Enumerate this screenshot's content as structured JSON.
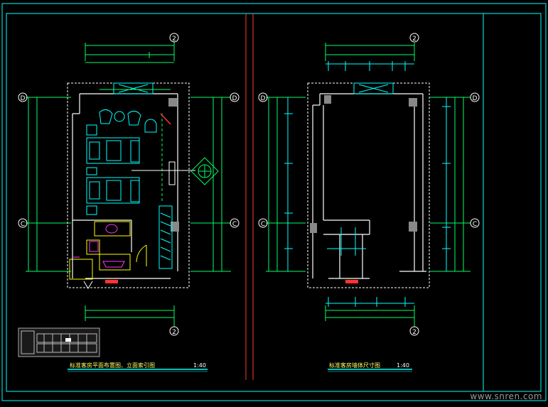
{
  "sheet": {
    "left_view_title": "标准客房平面布置图、立面索引图",
    "left_view_scale": "1:40",
    "right_view_title": "标准客房墙体尺寸图",
    "right_view_scale": "1:40"
  },
  "grid_markers": {
    "axis_2": "2",
    "axis_D": "D",
    "axis_C": "C"
  },
  "colors": {
    "background": "#000000",
    "border": "#00ffff",
    "dimension": "#00ff66",
    "wall": "#ffffff",
    "furniture": "#00ffff",
    "sanitary": "#ff33ff",
    "door": "#ffff00",
    "electrical": "#ff3333",
    "divider": "#ff3333"
  },
  "watermark": "www.snren.com"
}
